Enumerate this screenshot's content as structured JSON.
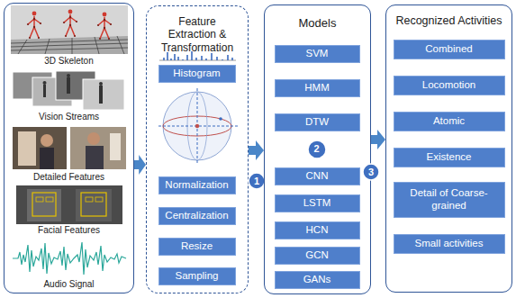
{
  "diagram": {
    "nodes": [
      {
        "text": [
          "3D Skeleton",
          "Vision Streams",
          "Detailed Features",
          "Facial Features",
          "Audio Signal"
        ]
      },
      {
        "text": [
          "Feature Extraction & Transformation"
        ]
      },
      {
        "text": [
          "Histogram"
        ],
        "in": 1
      },
      {
        "text": [
          "Normalization"
        ],
        "in": 1
      },
      {
        "text": [
          "Centralization"
        ],
        "in": 1
      },
      {
        "text": [
          "Resize"
        ],
        "in": 1
      },
      {
        "text": [
          "Sampling"
        ],
        "in": 1
      },
      {
        "text": [
          "1"
        ]
      },
      {
        "text": [
          "Models"
        ]
      },
      {
        "text": [
          "SVM"
        ],
        "in": 8
      },
      {
        "text": [
          "HMM"
        ],
        "in": 8
      },
      {
        "text": [
          "DTW"
        ],
        "in": 8
      },
      {
        "text": [
          "2"
        ],
        "in": 8
      },
      {
        "text": [
          "CNN"
        ],
        "in": 8
      },
      {
        "text": [
          "LSTM"
        ],
        "in": 8
      },
      {
        "text": [
          "HCN"
        ],
        "in": 8
      },
      {
        "text": [
          "GCN"
        ],
        "in": 8
      },
      {
        "text": [
          "GANs"
        ],
        "in": 8
      },
      {
        "text": [
          "3"
        ]
      },
      {
        "text": [
          "Recognized Activities"
        ]
      },
      {
        "text": [
          "Combined"
        ],
        "in": 19
      },
      {
        "text": [
          "Locomotion"
        ],
        "in": 19
      },
      {
        "text": [
          "Atomic"
        ],
        "in": 19
      },
      {
        "text": [
          "Existence"
        ],
        "in": 19
      },
      {
        "text": [
          "Detail of Coarse-grained"
        ],
        "in": 19
      },
      {
        "text": [
          "Small activities"
        ],
        "in": 19
      }
    ],
    "edges": [
      {
        "from": 0,
        "to": 1,
        "arrow": "to"
      },
      {
        "from": 1,
        "to": 8,
        "arrow": "to"
      },
      {
        "from": 8,
        "to": 19,
        "arrow": "to"
      }
    ]
  }
}
